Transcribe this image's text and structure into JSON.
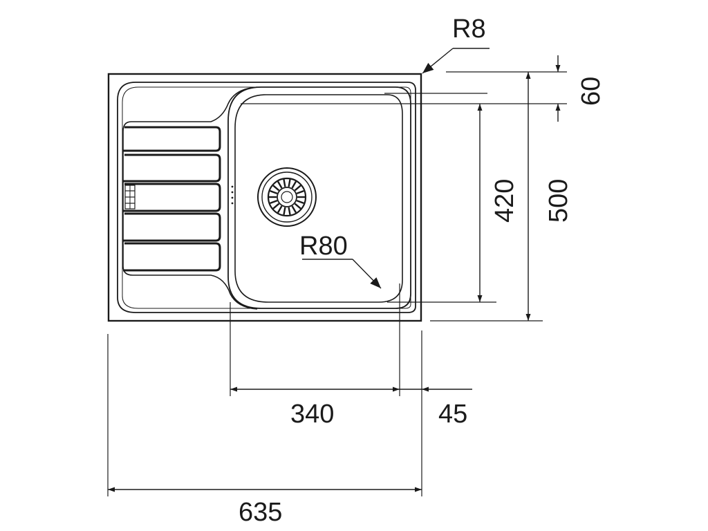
{
  "dimensions": {
    "corner_radius": "R8",
    "basin_radius": "R80",
    "height_offset": "60",
    "basin_length": "420",
    "overall_depth": "500",
    "basin_width": "340",
    "right_edge_offset": "45",
    "overall_width": "635"
  },
  "colors": {
    "line": "#1a1a1a",
    "background": "#ffffff"
  }
}
